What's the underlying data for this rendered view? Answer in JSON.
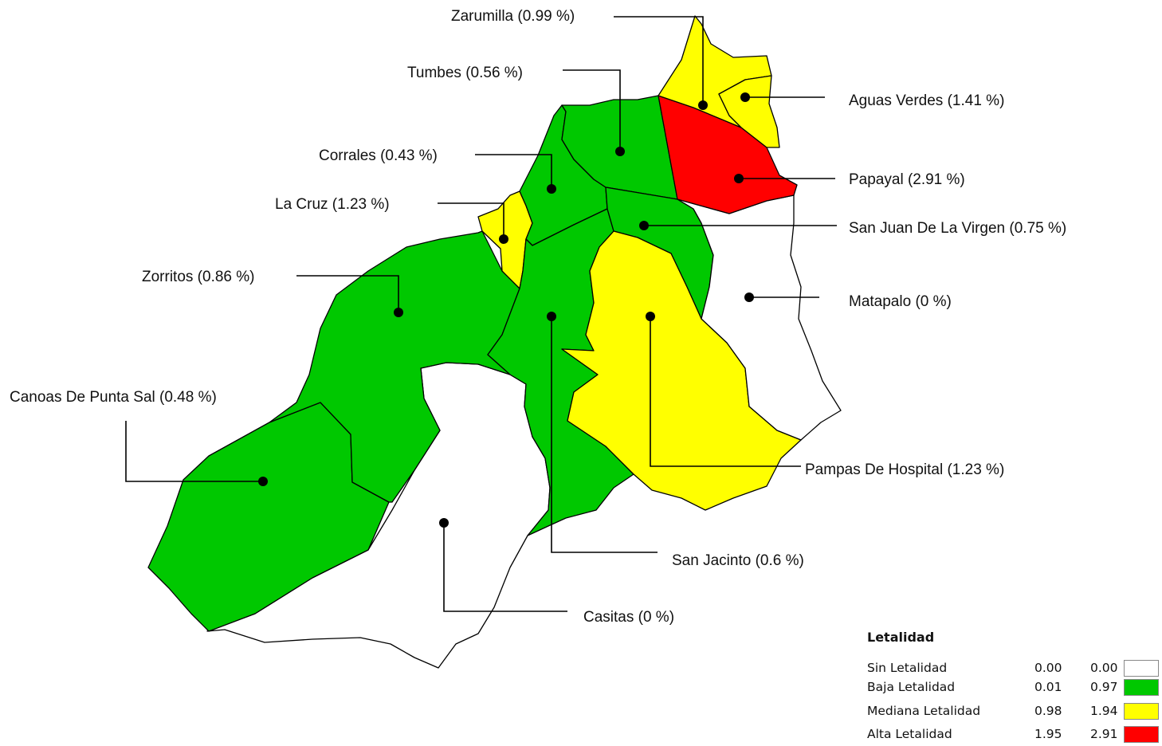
{
  "colors": {
    "sin": "#ffffff",
    "baja": "#00c800",
    "mediana": "#ffff00",
    "alta": "#ff0000"
  },
  "districts": [
    {
      "id": "zarumilla",
      "label": "Zarumilla (0.99 %)",
      "name": "Zarumilla",
      "letalidad": 0.99,
      "class": "mediana"
    },
    {
      "id": "tumbes",
      "label": "Tumbes (0.56 %)",
      "name": "Tumbes",
      "letalidad": 0.56,
      "class": "baja"
    },
    {
      "id": "aguas-verdes",
      "label": "Aguas Verdes (1.41 %)",
      "name": "Aguas Verdes",
      "letalidad": 1.41,
      "class": "mediana"
    },
    {
      "id": "corrales",
      "label": "Corrales (0.43 %)",
      "name": "Corrales",
      "letalidad": 0.43,
      "class": "baja"
    },
    {
      "id": "papayal",
      "label": "Papayal (2.91 %)",
      "name": "Papayal",
      "letalidad": 2.91,
      "class": "alta"
    },
    {
      "id": "la-cruz",
      "label": "La Cruz (1.23 %)",
      "name": "La Cruz",
      "letalidad": 1.23,
      "class": "mediana"
    },
    {
      "id": "san-juan",
      "label": "San Juan De La Virgen (0.75 %)",
      "name": "San Juan De La Virgen",
      "letalidad": 0.75,
      "class": "baja"
    },
    {
      "id": "zorritos",
      "label": "Zorritos (0.86 %)",
      "name": "Zorritos",
      "letalidad": 0.86,
      "class": "baja"
    },
    {
      "id": "matapalo",
      "label": "Matapalo (0 %)",
      "name": "Matapalo",
      "letalidad": 0,
      "class": "sin"
    },
    {
      "id": "canoas",
      "label": "Canoas De Punta Sal (0.48 %)",
      "name": "Canoas De Punta Sal",
      "letalidad": 0.48,
      "class": "baja"
    },
    {
      "id": "pampas",
      "label": "Pampas De Hospital (1.23 %)",
      "name": "Pampas De Hospital",
      "letalidad": 1.23,
      "class": "mediana"
    },
    {
      "id": "san-jacinto",
      "label": "San Jacinto (0.6 %)",
      "name": "San Jacinto",
      "letalidad": 0.6,
      "class": "baja"
    },
    {
      "id": "casitas",
      "label": "Casitas (0 %)",
      "name": "Casitas",
      "letalidad": 0,
      "class": "sin"
    }
  ],
  "legend": {
    "title": "Letalidad",
    "rows": [
      {
        "name": "Sin Letalidad",
        "min": "0.00",
        "max": "0.00",
        "class": "sin"
      },
      {
        "name": "Baja Letalidad",
        "min": "0.01",
        "max": "0.97",
        "class": "baja"
      },
      {
        "name": "Mediana Letalidad",
        "min": "0.98",
        "max": "1.94",
        "class": "mediana"
      },
      {
        "name": "Alta Letalidad",
        "min": "1.95",
        "max": "2.91",
        "class": "alta"
      }
    ]
  }
}
